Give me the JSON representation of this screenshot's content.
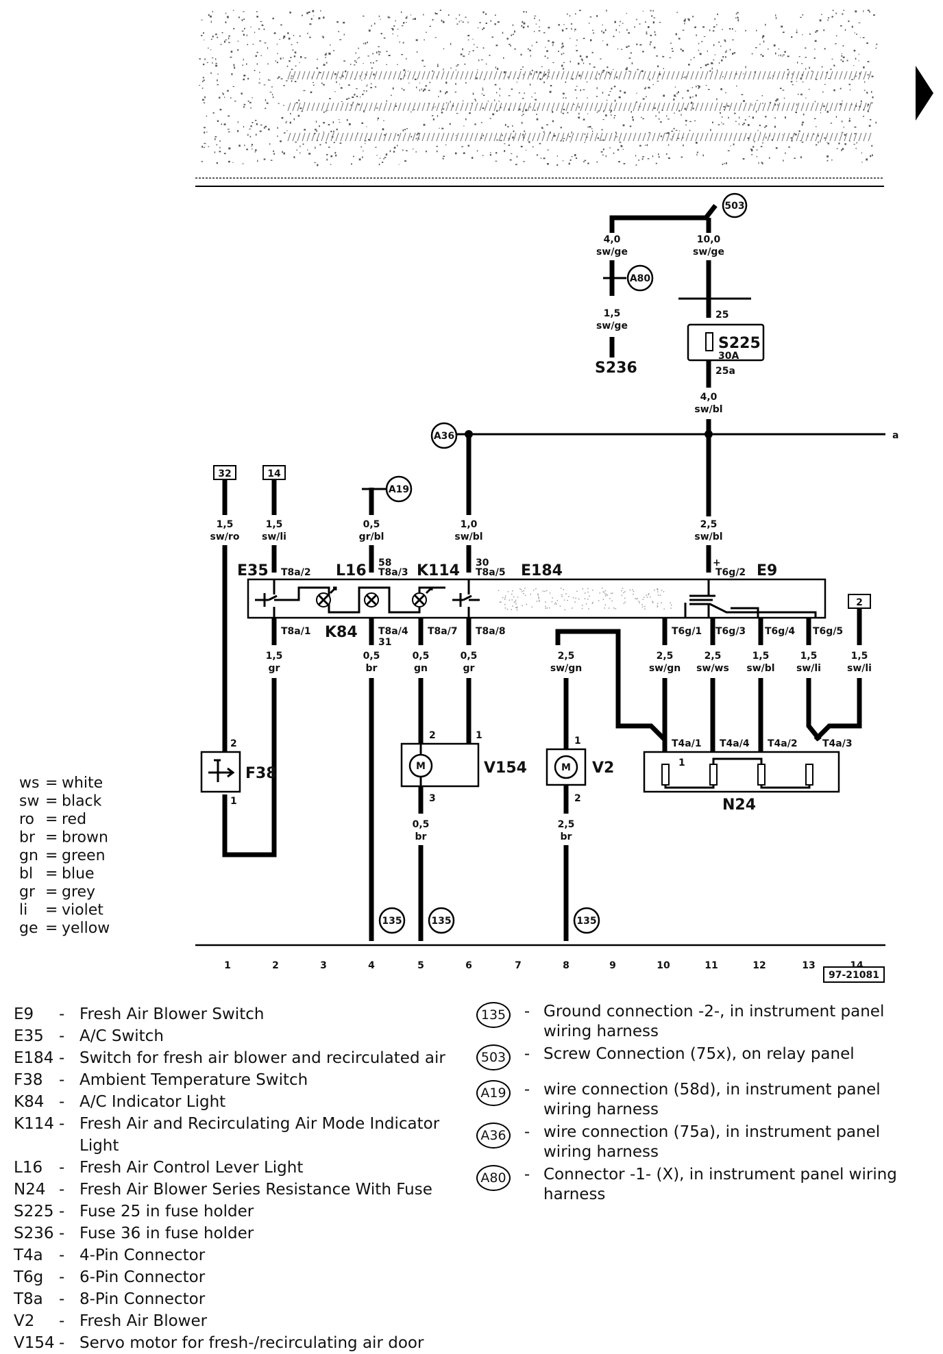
{
  "header_arrow_icon": "play-triangle-icon",
  "figure_code": "97-21081",
  "grid_numbers": [
    "1",
    "2",
    "3",
    "4",
    "5",
    "6",
    "7",
    "8",
    "9",
    "10",
    "11",
    "12",
    "13",
    "14"
  ],
  "wire_continuation": "a",
  "boxed_refs": [
    "32",
    "14",
    "2"
  ],
  "wire_labels": [
    {
      "size": "4,0",
      "color": "sw/ge"
    },
    {
      "size": "10,0",
      "color": "sw/ge"
    },
    {
      "size": "1,5",
      "color": "sw/ge"
    },
    {
      "size": "4,0",
      "color": "sw/bl"
    },
    {
      "size": "1,5",
      "color": "sw/ro"
    },
    {
      "size": "1,5",
      "color": "sw/li"
    },
    {
      "size": "0,5",
      "color": "gr/bl"
    },
    {
      "size": "1,0",
      "color": "sw/bl"
    },
    {
      "size": "2,5",
      "color": "sw/bl"
    },
    {
      "size": "1,5",
      "color": "gr"
    },
    {
      "size": "0,5",
      "color": "br"
    },
    {
      "size": "0,5",
      "color": "gn"
    },
    {
      "size": "0,5",
      "color": "gr"
    },
    {
      "size": "2,5",
      "color": "sw/gn"
    },
    {
      "size": "2,5",
      "color": "sw/gn"
    },
    {
      "size": "2,5",
      "color": "sw/ws"
    },
    {
      "size": "1,5",
      "color": "sw/bl"
    },
    {
      "size": "1,5",
      "color": "sw/li"
    },
    {
      "size": "1,5",
      "color": "sw/li"
    },
    {
      "size": "0,5",
      "color": "br"
    },
    {
      "size": "2,5",
      "color": "br"
    }
  ],
  "pin_labels": [
    "T8a/2",
    "T8a/3",
    "T8a/5",
    "T6g/2",
    "T8a/1",
    "T8a/4",
    "T8a/7",
    "T8a/8",
    "T6g/1",
    "T6g/3",
    "T6g/4",
    "T6g/5",
    "T4a/1",
    "T4a/4",
    "T4a/2",
    "T4a/3",
    "25",
    "25a",
    "58",
    "30",
    "31",
    "+",
    "1",
    "2",
    "3"
  ],
  "fuse_labels": {
    "s225": "S225",
    "s225_amp": "30A",
    "s236": "S236"
  },
  "components": {
    "E35": "E35",
    "L16": "L16",
    "K114": "K114",
    "E184": "E184",
    "E9": "E9",
    "K84": "K84",
    "F38": "F38",
    "V154": "V154",
    "V2": "V2",
    "N24": "N24",
    "motor_m": "M"
  },
  "circle_refs": {
    "c503": "503",
    "cA80": "A80",
    "cA36": "A36",
    "cA19": "A19",
    "c135": "135"
  },
  "color_codes": [
    {
      "code": "ws",
      "name": "white"
    },
    {
      "code": "sw",
      "name": "black"
    },
    {
      "code": "ro",
      "name": "red"
    },
    {
      "code": "br",
      "name": "brown"
    },
    {
      "code": "gn",
      "name": "green"
    },
    {
      "code": "bl",
      "name": "blue"
    },
    {
      "code": "gr",
      "name": "grey"
    },
    {
      "code": "li",
      "name": "violet"
    },
    {
      "code": "ge",
      "name": "yellow"
    }
  ],
  "component_legend": [
    {
      "code": "E9",
      "text": "Fresh Air Blower Switch"
    },
    {
      "code": "E35",
      "text": "A/C Switch"
    },
    {
      "code": "E184",
      "text": "Switch for fresh air blower and recirculated air"
    },
    {
      "code": "F38",
      "text": "Ambient Temperature Switch"
    },
    {
      "code": "K84",
      "text": "A/C Indicator Light"
    },
    {
      "code": "K114",
      "text": "Fresh Air and Recirculating Air Mode Indicator Light"
    },
    {
      "code": "L16",
      "text": "Fresh Air Control Lever Light"
    },
    {
      "code": "N24",
      "text": "Fresh Air Blower Series Resistance With Fuse"
    },
    {
      "code": "S225",
      "text": "Fuse 25 in fuse holder"
    },
    {
      "code": "S236",
      "text": "Fuse 36 in fuse holder"
    },
    {
      "code": "T4a",
      "text": "4-Pin Connector"
    },
    {
      "code": "T6g",
      "text": "6-Pin Connector"
    },
    {
      "code": "T8a",
      "text": "8-Pin Connector"
    },
    {
      "code": "V2",
      "text": "Fresh Air Blower"
    },
    {
      "code": "V154",
      "text": "Servo motor for fresh-/recirculating air door"
    }
  ],
  "connection_legend": [
    {
      "symbol": "135",
      "text": "Ground connection -2-, in instrument panel wiring harness"
    },
    {
      "symbol": "503",
      "text": "Screw Connection (75x), on relay panel"
    },
    {
      "symbol": "A19",
      "text": "wire connection (58d), in instrument panel wiring harness"
    },
    {
      "symbol": "A36",
      "text": "wire connection (75a), in instrument panel wiring harness"
    },
    {
      "symbol": "A80",
      "text": "Connector -1- (X), in instrument panel wiring harness"
    }
  ]
}
